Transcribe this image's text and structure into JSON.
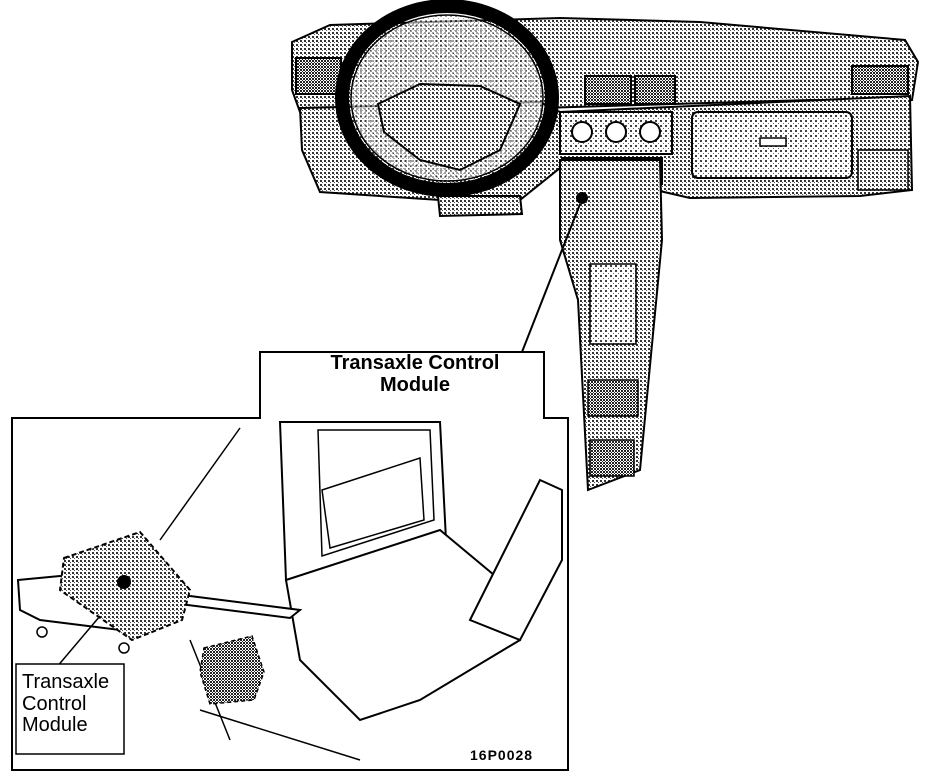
{
  "figure": {
    "callout_top": {
      "line1": "Transaxle Control",
      "line2": "Module"
    },
    "callout_detail": {
      "line1": "Transaxle",
      "line2": "Control",
      "line3": "Module"
    },
    "figure_code": "16P0028"
  },
  "colors": {
    "ink": "#000000",
    "paper": "#ffffff",
    "shading": "#7a7a7a"
  }
}
